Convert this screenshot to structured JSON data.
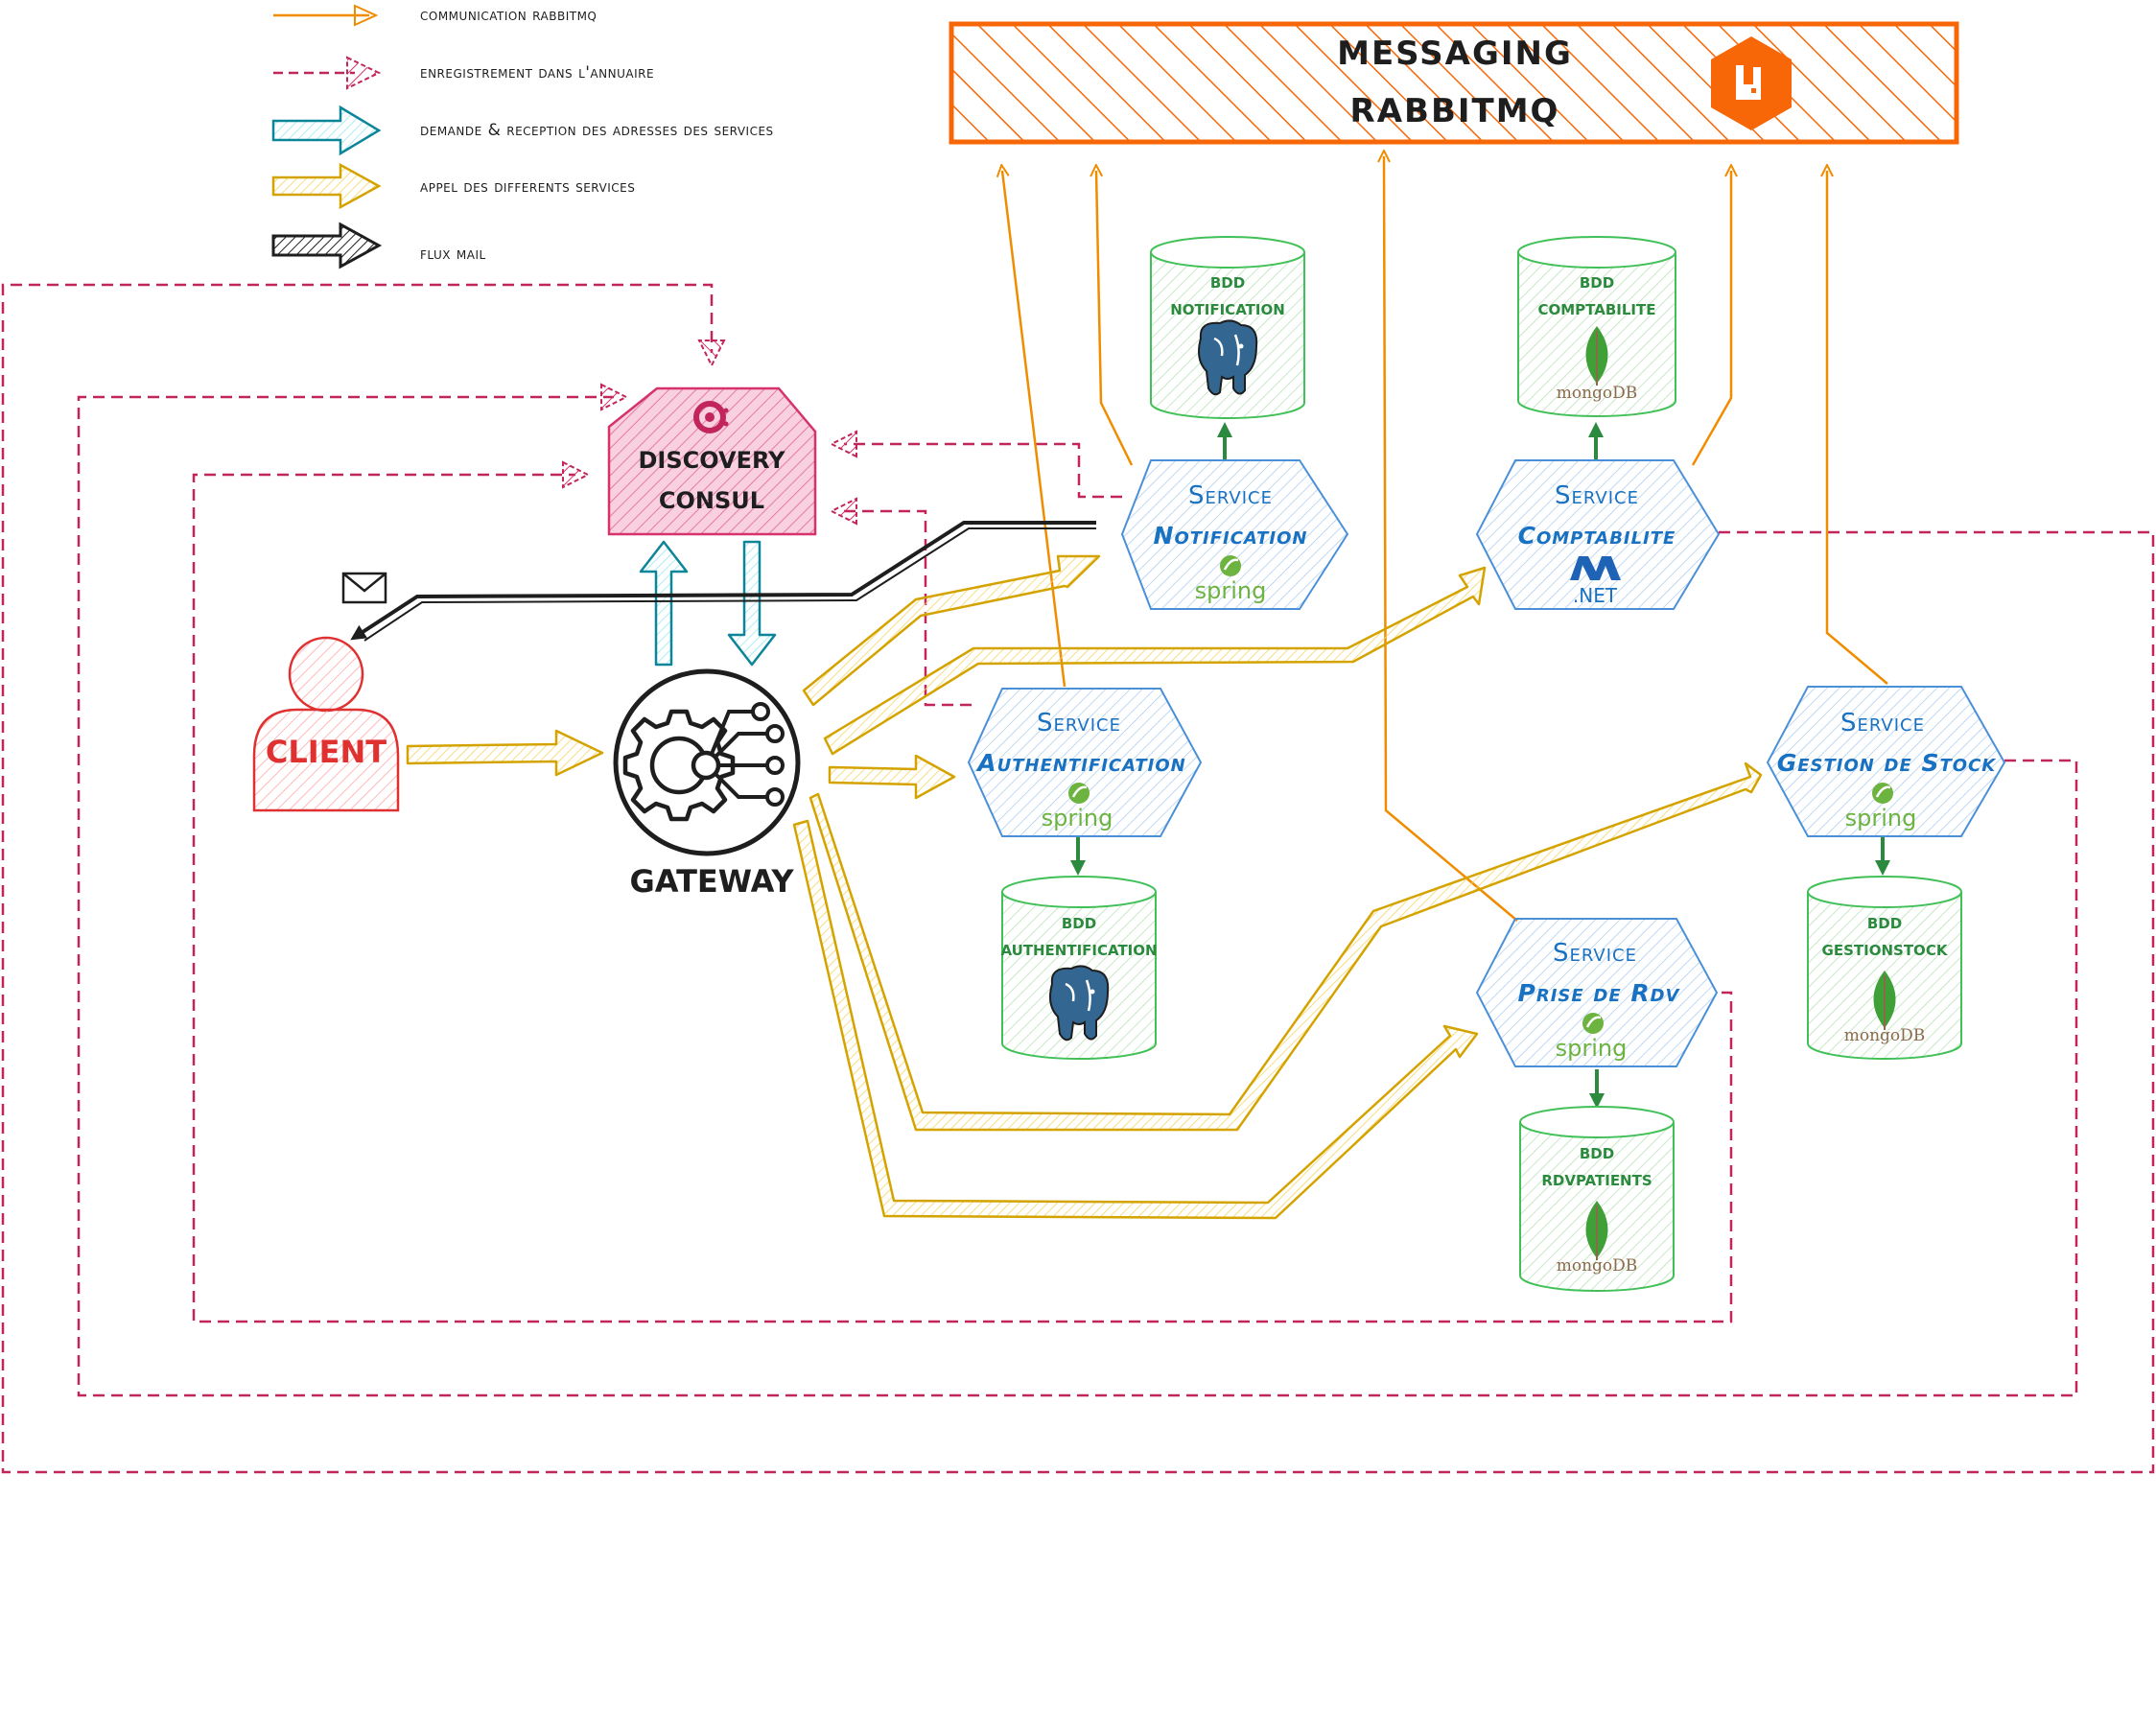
{
  "legend": {
    "items": [
      {
        "label": "communication rabbitmq",
        "color": "#f08c00",
        "style": "thin-arrow"
      },
      {
        "label": "enregistrement dans l'annuaire",
        "color": "#c2255c",
        "style": "dashed-arrow"
      },
      {
        "label": "demande & reception des adresses des services",
        "color": "#0c8599",
        "style": "hollow-arrow"
      },
      {
        "label": "appel des differents services",
        "color": "#e6b800",
        "style": "hollow-arrow"
      },
      {
        "label": "flux mail",
        "color": "#1e1e1e",
        "style": "hatched-arrow"
      }
    ]
  },
  "messaging": {
    "line1": "MESSAGING",
    "line2": "RABBITMQ",
    "icon": "rabbitmq-icon",
    "color": "#f76707"
  },
  "discovery": {
    "line1": "DISCOVERY",
    "line2": "CONSUL",
    "icon": "consul-icon",
    "color": "#e64980"
  },
  "client": {
    "label": "CLIENT",
    "color": "#e03131"
  },
  "gateway": {
    "label": "GATEWAY",
    "icon": "gateway-gear-icon"
  },
  "mail_icon": "envelope-icon",
  "services": [
    {
      "word": "Service",
      "name": "Notification",
      "tech": "spring",
      "tech_label": "spring"
    },
    {
      "word": "Service",
      "name": "Comptabilite",
      "tech": "dotnet",
      "tech_label": ".NET"
    },
    {
      "word": "Service",
      "name": "Authentification",
      "tech": "spring",
      "tech_label": "spring"
    },
    {
      "word": "Service",
      "name": "Gestion de Stock",
      "tech": "spring",
      "tech_label": "spring"
    },
    {
      "word": "Service",
      "name": "Prise de Rdv",
      "tech": "spring",
      "tech_label": "spring"
    }
  ],
  "databases": [
    {
      "line1": "BDD",
      "line2": "NOTIFICATION",
      "engine": "postgresql",
      "engine_label": ""
    },
    {
      "line1": "BDD",
      "line2": "COMPTABILITE",
      "engine": "mongodb",
      "engine_label": "mongoDB"
    },
    {
      "line1": "BDD",
      "line2": "AUTHENTIFICATION",
      "engine": "postgresql",
      "engine_label": ""
    },
    {
      "line1": "BDD",
      "line2": "GESTIONSTOCK",
      "engine": "mongodb",
      "engine_label": "mongoDB"
    },
    {
      "line1": "BDD",
      "line2": "RDVPATIENTS",
      "engine": "mongodb",
      "engine_label": "mongoDB"
    }
  ]
}
